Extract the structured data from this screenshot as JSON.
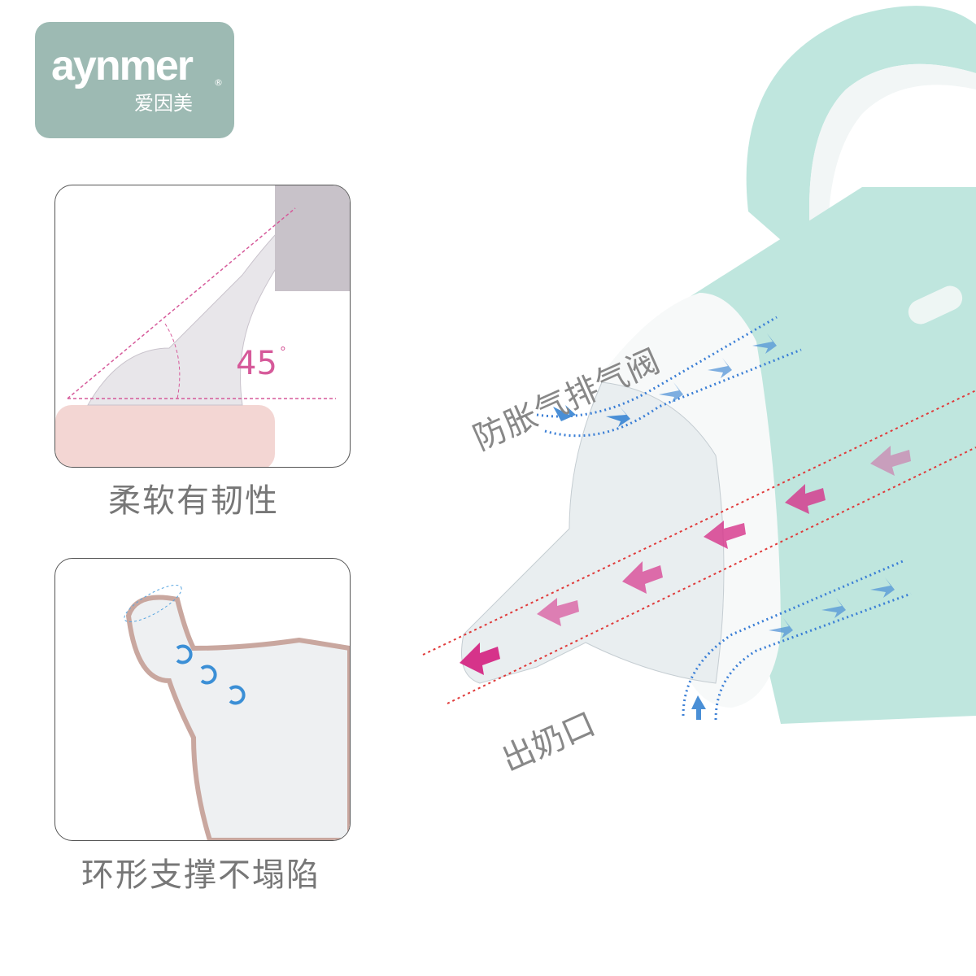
{
  "logo": {
    "en": "aynmer",
    "cn": "爱因美",
    "reg": "®"
  },
  "panel_top": {
    "angle": "45",
    "degree": "°",
    "caption": "柔软有韧性"
  },
  "panel_bottom": {
    "caption": "环形支撑不塌陷"
  },
  "bottle": {
    "vent_label": "防胀气排气阀",
    "outlet_label": "出奶口"
  },
  "colors": {
    "logo_bg": "#9dbab3",
    "bottle_teal": "#bfe6de",
    "air_arrow": "#4a8fd6",
    "milk_arrow": "#d6338a"
  }
}
